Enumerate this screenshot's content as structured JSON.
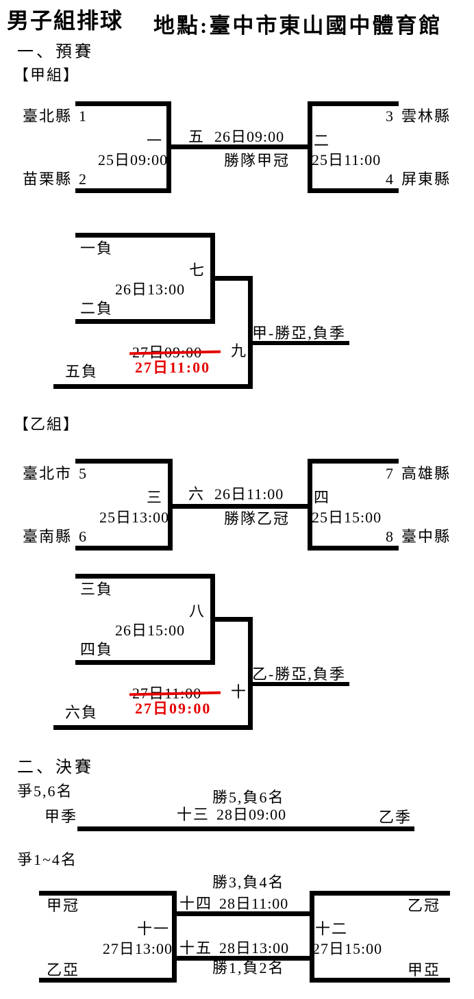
{
  "page": {
    "title": "男子組排球",
    "venue": "地點:臺中市東山國中體育館",
    "prelim_heading": "一、預賽",
    "finals_heading": "二、決賽"
  },
  "prelim": {
    "group_a": {
      "label": "【甲組】",
      "winners": {
        "team_top_left": {
          "name": "臺北縣",
          "seed": "1"
        },
        "team_bottom_left": {
          "name": "苗栗縣",
          "seed": "2"
        },
        "team_top_right": {
          "name": "雲林縣",
          "seed": "3"
        },
        "team_bottom_right": {
          "name": "屏東縣",
          "seed": "4"
        },
        "left_match": {
          "num": "一",
          "time": "25日09:00"
        },
        "right_match": {
          "num": "二",
          "time": "25日11:00"
        },
        "final_match": {
          "num": "五",
          "time": "26日09:00",
          "note": "勝隊甲冠"
        }
      },
      "losers": {
        "team_top": "一負",
        "team_bottom": "二負",
        "semi_match": {
          "num": "七",
          "time": "26日13:00"
        },
        "team_third": "五負",
        "final_match": {
          "num": "九",
          "time_cancelled": "27日09:00",
          "time_new": "27日11:00"
        },
        "result_note": "甲-勝亞,負季"
      }
    },
    "group_b": {
      "label": "【乙組】",
      "winners": {
        "team_top_left": {
          "name": "臺北市",
          "seed": "5"
        },
        "team_bottom_left": {
          "name": "臺南縣",
          "seed": "6"
        },
        "team_top_right": {
          "name": "高雄縣",
          "seed": "7"
        },
        "team_bottom_right": {
          "name": "臺中縣",
          "seed": "8"
        },
        "left_match": {
          "num": "三",
          "time": "25日13:00"
        },
        "right_match": {
          "num": "四",
          "time": "25日15:00"
        },
        "final_match": {
          "num": "六",
          "time": "26日11:00",
          "note": "勝隊乙冠"
        }
      },
      "losers": {
        "team_top": "三負",
        "team_bottom": "四負",
        "semi_match": {
          "num": "八",
          "time": "26日15:00"
        },
        "team_third": "六負",
        "final_match": {
          "num": "十",
          "time_cancelled": "27日11:00",
          "time_new": "27日09:00"
        },
        "result_note": "乙-勝亞,負季"
      }
    }
  },
  "finals": {
    "place56": {
      "heading": "爭5,6名",
      "note": "勝5,負6名",
      "left_team": "甲季",
      "match": {
        "num": "十三",
        "time": "28日09:00"
      },
      "right_team": "乙季"
    },
    "place14": {
      "heading": "爭1~4名",
      "bronze_note": "勝3,負4名",
      "bronze_match": {
        "num": "十四",
        "time": "28日11:00"
      },
      "gold_match": {
        "num": "十五",
        "time": "28日13:00"
      },
      "gold_note": "勝1,負2名",
      "left_top_team": "甲冠",
      "left_bottom_team": "乙亞",
      "left_match": {
        "num": "十一",
        "time": "27日13:00"
      },
      "right_top_team": "乙冠",
      "right_bottom_team": "甲亞",
      "right_match": {
        "num": "十二",
        "time": "27日15:00"
      }
    }
  },
  "colors": {
    "ink": "#000000",
    "highlight_red": "#e60000"
  }
}
